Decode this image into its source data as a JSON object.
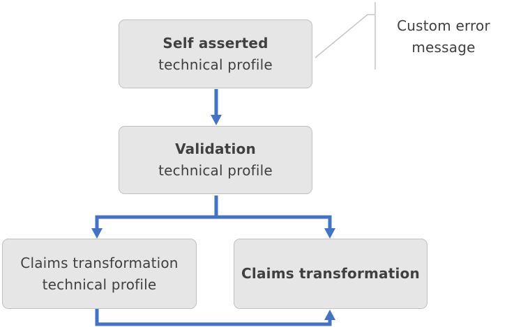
{
  "diagram": {
    "colors": {
      "arrow": "#4472C4",
      "box_fill": "#E7E6E6",
      "box_border": "#C0C0C0",
      "callout_line": "#C6C6C6",
      "text": "#404040",
      "bg": "#FFFFFF"
    },
    "nodes": {
      "self_asserted": {
        "bold": "Self asserted",
        "regular": " technical profile"
      },
      "validation": {
        "bold": "Validation",
        "regular": " technical profile"
      },
      "claims_tp": {
        "bold": "",
        "regular": "Claims transformation technical profile"
      },
      "claims_transformation": {
        "bold": "Claims transformation",
        "regular": ""
      }
    },
    "callout": {
      "label": "Custom error message"
    }
  }
}
